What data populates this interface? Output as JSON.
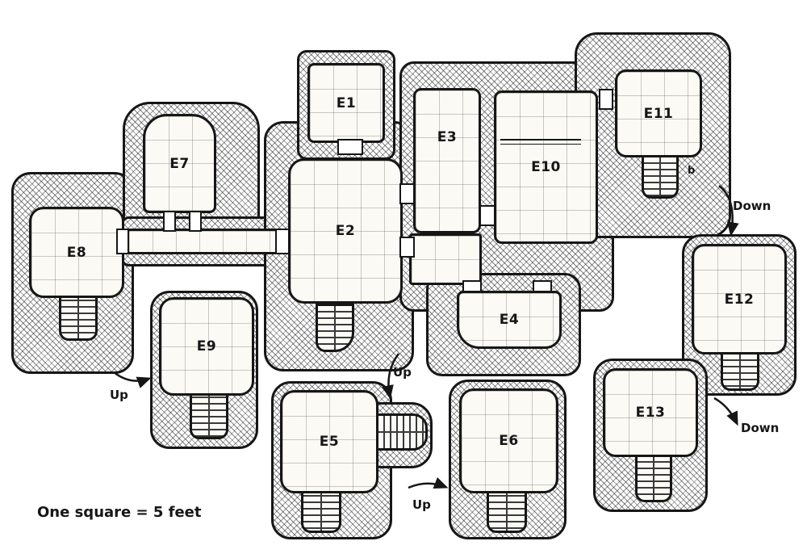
{
  "map": {
    "legend": "One square = 5 feet",
    "rooms": [
      {
        "id": "E1",
        "label": "E1"
      },
      {
        "id": "E2",
        "label": "E2"
      },
      {
        "id": "E3",
        "label": "E3"
      },
      {
        "id": "E4",
        "label": "E4"
      },
      {
        "id": "E5",
        "label": "E5"
      },
      {
        "id": "E6",
        "label": "E6"
      },
      {
        "id": "E7",
        "label": "E7"
      },
      {
        "id": "E8",
        "label": "E8"
      },
      {
        "id": "E9",
        "label": "E9"
      },
      {
        "id": "E10",
        "label": "E10"
      },
      {
        "id": "E11",
        "label": "E11"
      },
      {
        "id": "E12",
        "label": "E12"
      },
      {
        "id": "E13",
        "label": "E13"
      }
    ],
    "annotations": [
      {
        "text": "Up",
        "location": "left-of-E9-stairs"
      },
      {
        "text": "Up",
        "location": "above-E5-side-stairs"
      },
      {
        "text": "Up",
        "location": "right-of-E5-bottom-stairs"
      },
      {
        "text": "Down",
        "location": "between-E11-and-E12"
      },
      {
        "text": "Down",
        "location": "between-E12-and-E13"
      },
      {
        "text": "b",
        "location": "right-of-E11-stairs"
      }
    ],
    "colors": {
      "ink": "#161616",
      "paper": "#ffffff",
      "floor": "#fbfaf5"
    }
  }
}
